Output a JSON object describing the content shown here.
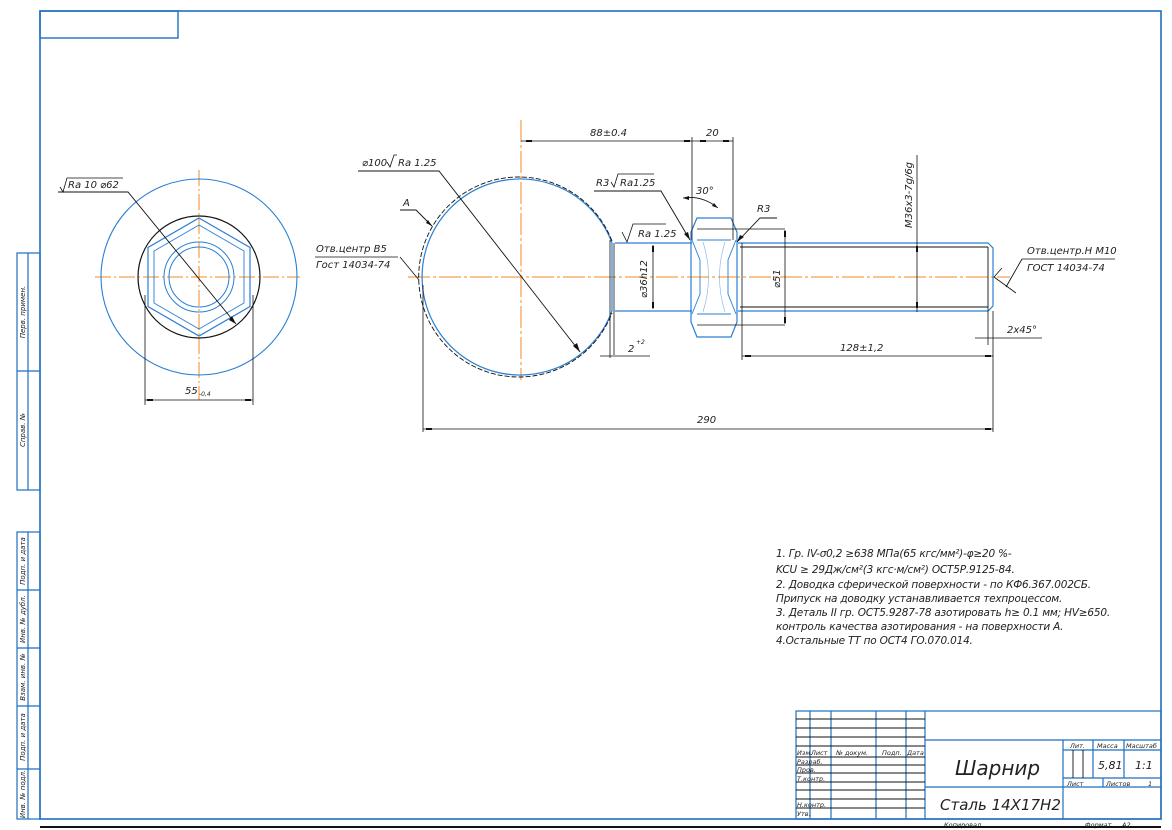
{
  "drawing": {
    "title": "Шарнир",
    "material": "Сталь 14Х17Н2",
    "mass": "5,81",
    "scale": "1:1",
    "sheet_label": "Лист",
    "sheets_label": "Листов",
    "sheets_count": "1",
    "lit_label": "Лит.",
    "mass_label": "Масса",
    "scale_label": "Масштаб",
    "copied_label": "Копировал",
    "format_label": "Формат",
    "format_value": "A2"
  },
  "title_block": {
    "header": [
      "Изм.",
      "Лист",
      "№ докум.",
      "Подп.",
      "Дата"
    ],
    "roles": [
      "Разраб.",
      "Пров.",
      "Т.контр.",
      "",
      "Н.контр.",
      "Утв."
    ]
  },
  "side_stamps": [
    "Перв. примен.",
    "Справ. №",
    "Подп. и дата",
    "Инв. № дубл.",
    "Взам. инв. №",
    "Подп. и дата",
    "Инв. № подл."
  ],
  "dimensions": {
    "end_view_roughness": "Ra 10 ⌀62",
    "end_view_width": "55",
    "end_view_width_tol": "-0,4",
    "sphere_diameter": "⌀100",
    "sphere_roughness": "Ra 1.25",
    "surface_a": "A",
    "center_left_1": "Отв.центр В5",
    "center_left_2": "Гост 14034-74",
    "length_88": "88±0.4",
    "length_20": "20",
    "fillet_r3_left": "R3",
    "fillet_r3_left_roughness": "Ra1.25",
    "angle_30": "30°",
    "fillet_r3_right": "R3",
    "neck_roughness": "Ra 1.25",
    "neck_diameter": "⌀36h12",
    "collar_diameter": "⌀51",
    "thread": "M36x3-7g/6g",
    "center_right_1": "Отв.центр.Н М10",
    "center_right_2": "ГОСТ 14034-74",
    "chamfer": "2x45°",
    "neck_length": "2",
    "neck_length_tol": "+2",
    "thread_length": "128±1,2",
    "overall_length": "290"
  },
  "notes": [
    "1. Гр. IV-σ0,2 ≥638 МПа(65 кгс/мм²)-φ≥20 %-",
    "KCU ≥ 29Дж/см²(3 кгс·м/см²) ОСТ5Р.9125-84.",
    "2. Доводка сферической поверхности - по КФ6.367.002СБ.",
    "Припуск на доводку устанавливается техпроцессом.",
    "3. Деталь II гр. ОСТ5.9287-78 азотировать h≥ 0.1 мм; HV≥650.",
    "контроль качества азотирования - на поверхности А.",
    "4.Остальные ТТ по ОСТ4 ГО.070.014."
  ],
  "colors": {
    "frame": "#1f6fbf",
    "contour": "#2a7fd4",
    "axis": "#f08a24",
    "dimension": "#111111"
  }
}
